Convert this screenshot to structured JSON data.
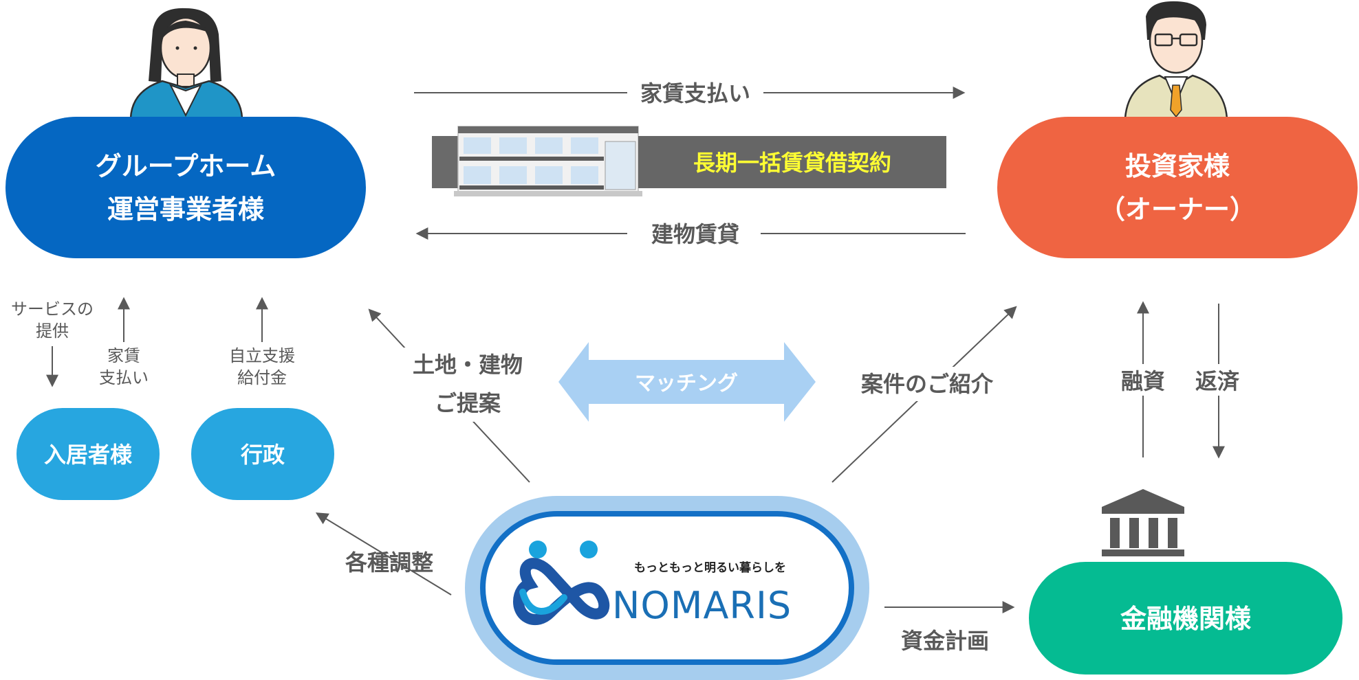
{
  "colors": {
    "operator": "#0567c2",
    "owner": "#ef6442",
    "resident": "#27a6e0",
    "government": "#27a6e0",
    "finance": "#05bb92",
    "nomaris_ring": "#a6cdee",
    "nomaris_border": "#1370c6",
    "matching": "#a9d0f3",
    "arrow": "#595959",
    "banner": "#666666",
    "banner_text": "#ffff33",
    "logo_light": "#1aa3dd",
    "logo_dark": "#1e56a5"
  },
  "nodes": {
    "operator": {
      "line1": "グループホーム",
      "line2": "運営事業者様"
    },
    "owner": {
      "line1": "投資家様",
      "line2": "（オーナー）"
    },
    "resident": {
      "label": "入居者様"
    },
    "government": {
      "label": "行政"
    },
    "finance": {
      "label": "金融機関様"
    },
    "nomaris": {
      "tagline": "もっともっと明るい暮らしを",
      "wordmark": "NOMARIS"
    }
  },
  "flows": {
    "rent_payment": "家賃支払い",
    "contract": "長期一括賃貸借契約",
    "building_lease": "建物賃貸",
    "service_line1": "サービスの",
    "service_line2": "提供",
    "resident_rent_line1": "家賃",
    "resident_rent_line2": "支払い",
    "benefit_line1": "自立支援",
    "benefit_line2": "給付金",
    "land_line1": "土地・建物",
    "land_line2": "ご提案",
    "matching": "マッチング",
    "referral": "案件のご紹介",
    "loan": "融資",
    "repayment": "返済",
    "coordination": "各種調整",
    "funding_plan": "資金計画"
  },
  "icons": [
    "businesswoman-icon",
    "businessman-icon",
    "apartment-building-icon",
    "bank-icon",
    "nomaris-logo-icon"
  ]
}
